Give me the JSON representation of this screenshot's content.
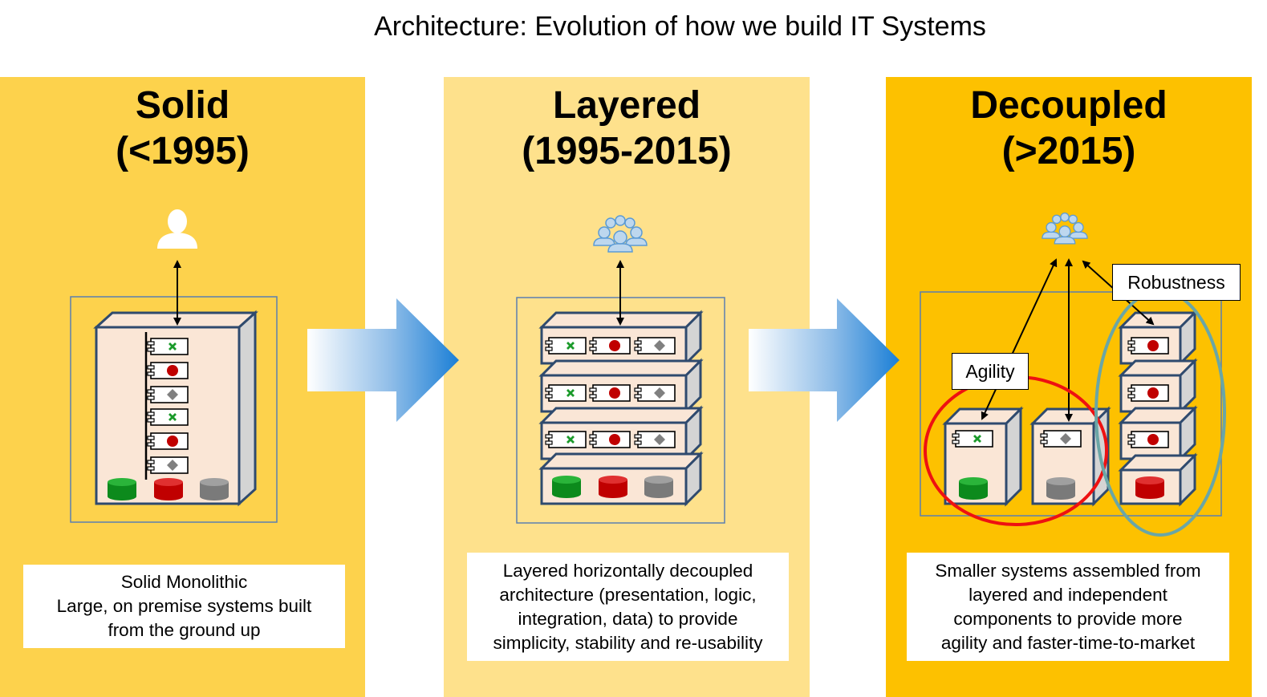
{
  "title": "Architecture: Evolution of how we build IT Systems",
  "colors": {
    "solid_bg": "#fdd24c",
    "layered_bg": "#fee18c",
    "decoupled_bg": "#fdc100",
    "server_face": "#fae6d6",
    "server_side": "#d4d4d4",
    "outline": "#2f4a6e",
    "green": "#1a9a2a",
    "red": "#c00000",
    "gray": "#808080",
    "arrow_blue": "#1b7fd6",
    "agility_circle": "#ee1111",
    "robustness_ellipse": "#6aa6a6",
    "user_icon": "#ffffff",
    "group_icon": "#9dc3e6"
  },
  "panels": [
    {
      "key": "solid",
      "name": "Solid",
      "era": "(<1995)",
      "description": [
        "Solid Monolithic",
        "Large, on premise systems built",
        "from the ground up"
      ],
      "icon": "single-user-icon"
    },
    {
      "key": "layered",
      "name": "Layered",
      "era": "(1995-2015)",
      "description": [
        "Layered horizontally decoupled",
        "architecture (presentation, logic,",
        "integration, data) to provide",
        "simplicity, stability and re-usability"
      ],
      "icon": "user-group-icon"
    },
    {
      "key": "decoupled",
      "name": "Decoupled",
      "era": "(>2015)",
      "description": [
        "Smaller systems assembled from",
        "layered and independent",
        "components to provide more",
        "agility and faster-time-to-market"
      ],
      "icon": "user-group-icon"
    }
  ],
  "callouts": {
    "agility": "Agility",
    "robustness": "Robustness"
  }
}
